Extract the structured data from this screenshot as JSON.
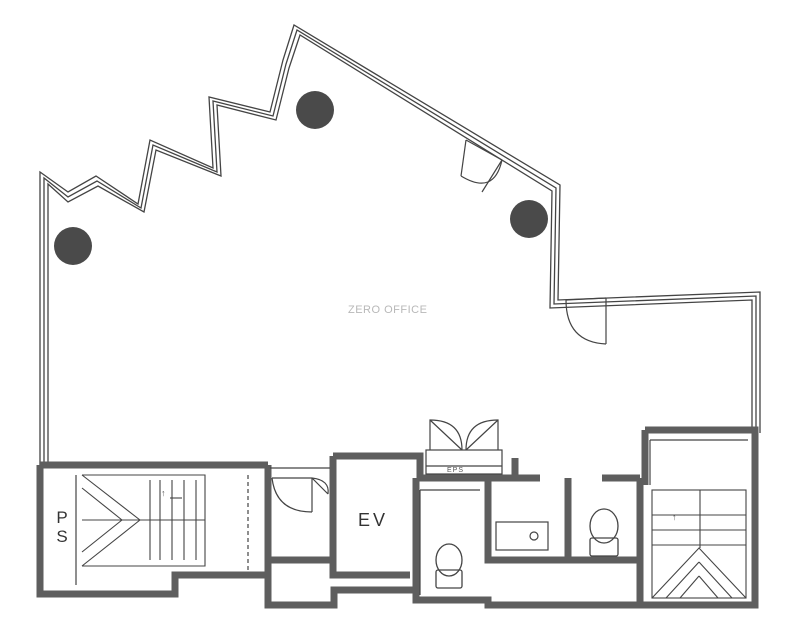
{
  "watermark": "ZERO OFFICE",
  "rooms": {
    "ps_line1": "P",
    "ps_line2": "S",
    "ev": "EV",
    "eps": "EPS"
  },
  "stair_marks": {
    "left": "↑",
    "right": "↑"
  },
  "colors": {
    "wall": "#555555",
    "wall_fill": "#6a6a6a",
    "line": "#444444",
    "column": "#4a4a4a",
    "background": "#ffffff"
  },
  "features": {
    "columns": 3,
    "doors": 5,
    "toilets": 2,
    "stairs": 2,
    "elevators": 1
  }
}
